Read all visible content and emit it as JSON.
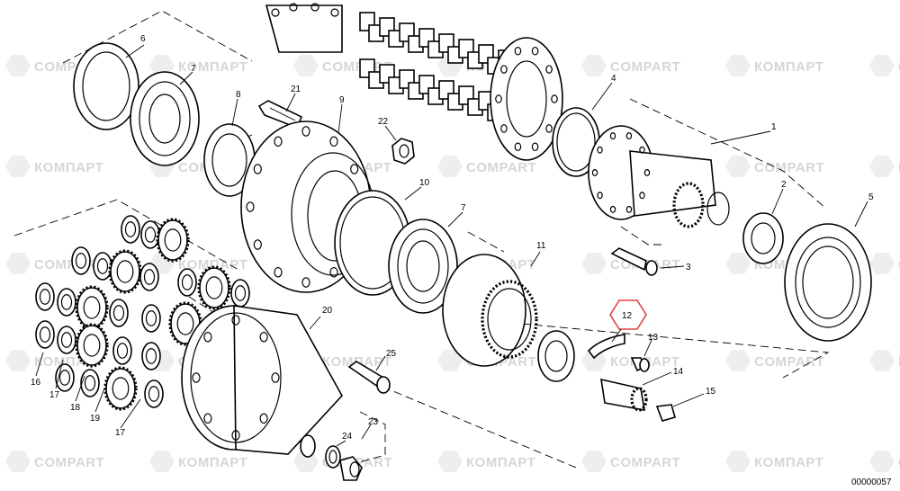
{
  "watermark": {
    "brand_latin": "COMPART",
    "brand_cyrillic": "КОМПАРТ"
  },
  "highlight_color": "#e3413f",
  "document_id": "00000057",
  "part_labels": [
    "1",
    "2",
    "3",
    "4",
    "5",
    "6",
    "7",
    "7",
    "8",
    "9",
    "10",
    "11",
    "12",
    "13",
    "14",
    "15",
    "16",
    "17",
    "17",
    "18",
    "19",
    "20",
    "21",
    "22",
    "23",
    "24",
    "25"
  ],
  "highlighted_label": "12"
}
